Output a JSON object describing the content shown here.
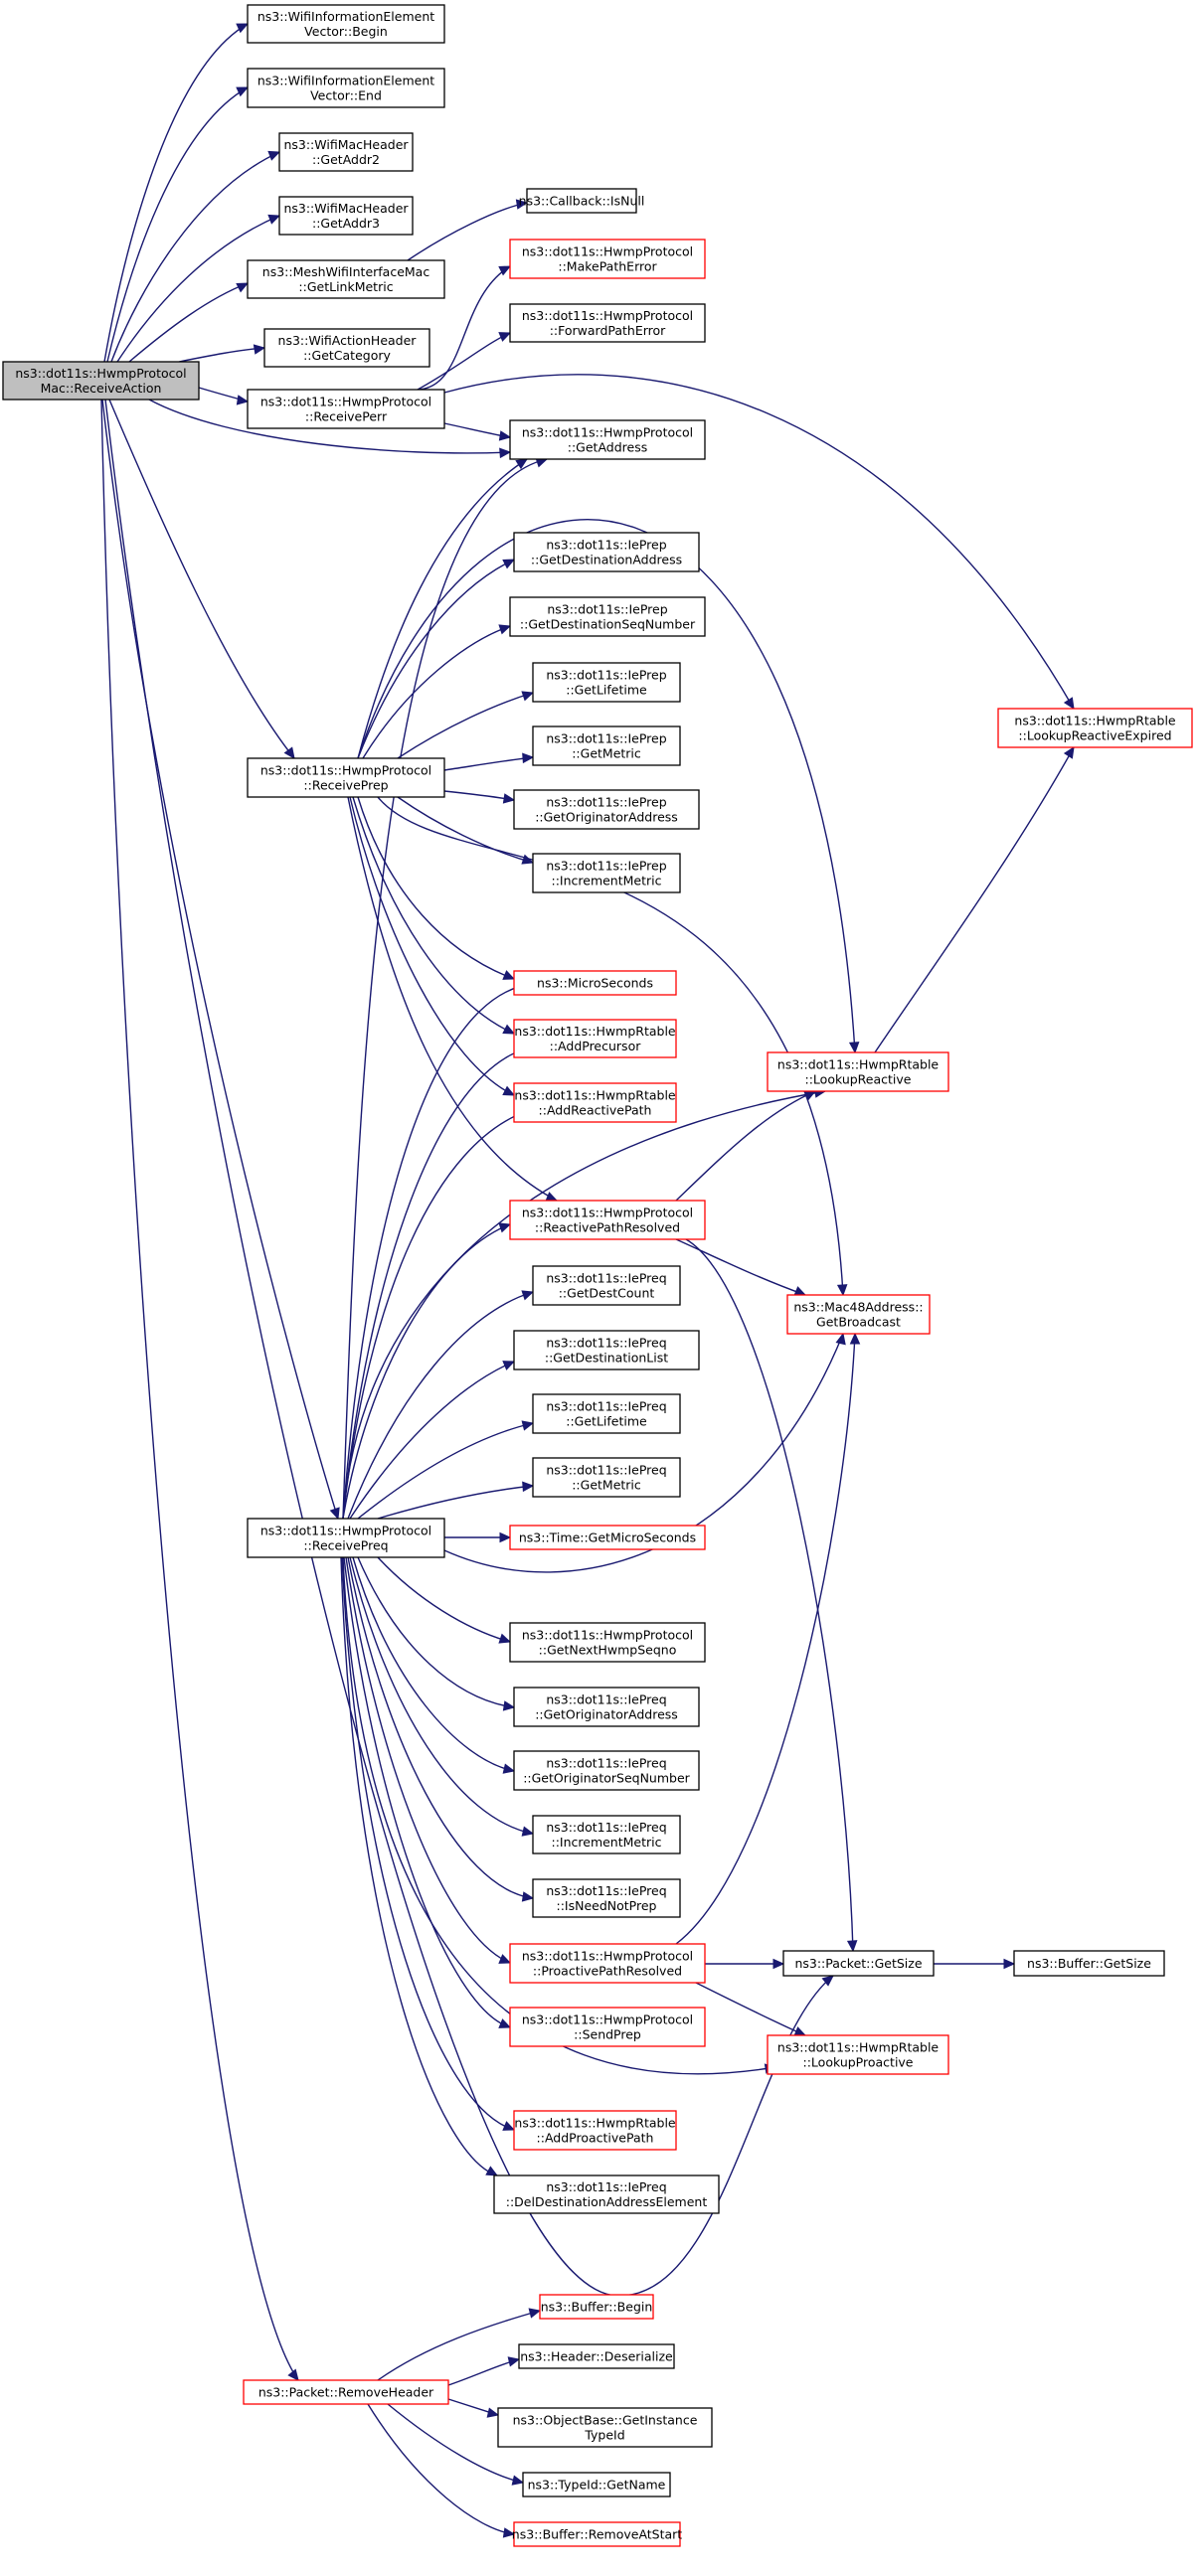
{
  "graph": {
    "colors": {
      "edge": "#191970",
      "root_fill": "#bfbfbf",
      "border_normal": "#000000",
      "border_truncated": "#ff0000",
      "background": "#ffffff"
    },
    "nodes": {
      "root": {
        "lines": [
          "ns3::dot11s::HwmpProtocol",
          "Mac::ReceiveAction"
        ],
        "style": "root"
      },
      "wiev_begin": {
        "lines": [
          "ns3::WifiInformationElement",
          "Vector::Begin"
        ],
        "style": "normal"
      },
      "wiev_end": {
        "lines": [
          "ns3::WifiInformationElement",
          "Vector::End"
        ],
        "style": "normal"
      },
      "wmh_addr2": {
        "lines": [
          "ns3::WifiMacHeader",
          "::GetAddr2"
        ],
        "style": "normal"
      },
      "wmh_addr3": {
        "lines": [
          "ns3::WifiMacHeader",
          "::GetAddr3"
        ],
        "style": "normal"
      },
      "mwim_linkmetric": {
        "lines": [
          "ns3::MeshWifiInterfaceMac",
          "::GetLinkMetric"
        ],
        "style": "normal"
      },
      "wah_category": {
        "lines": [
          "ns3::WifiActionHeader",
          "::GetCategory"
        ],
        "style": "normal"
      },
      "cb_isnull": {
        "lines": [
          "ns3::Callback::IsNull"
        ],
        "style": "normal"
      },
      "hp_makepatherror": {
        "lines": [
          "ns3::dot11s::HwmpProtocol",
          "::MakePathError"
        ],
        "style": "truncated"
      },
      "hp_forwardpatherror": {
        "lines": [
          "ns3::dot11s::HwmpProtocol",
          "::ForwardPathError"
        ],
        "style": "normal"
      },
      "hp_receiveperr": {
        "lines": [
          "ns3::dot11s::HwmpProtocol",
          "::ReceivePerr"
        ],
        "style": "normal"
      },
      "hp_getaddress": {
        "lines": [
          "ns3::dot11s::HwmpProtocol",
          "::GetAddress"
        ],
        "style": "normal"
      },
      "prep_destaddr": {
        "lines": [
          "ns3::dot11s::IePrep",
          "::GetDestinationAddress"
        ],
        "style": "normal"
      },
      "prep_destseq": {
        "lines": [
          "ns3::dot11s::IePrep",
          "::GetDestinationSeqNumber"
        ],
        "style": "normal"
      },
      "prep_lifetime": {
        "lines": [
          "ns3::dot11s::IePrep",
          "::GetLifetime"
        ],
        "style": "normal"
      },
      "prep_metric": {
        "lines": [
          "ns3::dot11s::IePrep",
          "::GetMetric"
        ],
        "style": "normal"
      },
      "prep_origaddr": {
        "lines": [
          "ns3::dot11s::IePrep",
          "::GetOriginatorAddress"
        ],
        "style": "normal"
      },
      "prep_incmetric": {
        "lines": [
          "ns3::dot11s::IePrep",
          "::IncrementMetric"
        ],
        "style": "normal"
      },
      "hp_receiveprep": {
        "lines": [
          "ns3::dot11s::HwmpProtocol",
          "::ReceivePrep"
        ],
        "style": "normal"
      },
      "hr_lookupreactiveexpired": {
        "lines": [
          "ns3::dot11s::HwmpRtable",
          "::LookupReactiveExpired"
        ],
        "style": "truncated"
      },
      "microseconds": {
        "lines": [
          "ns3::MicroSeconds"
        ],
        "style": "truncated"
      },
      "hr_addprecursor": {
        "lines": [
          "ns3::dot11s::HwmpRtable",
          "::AddPrecursor"
        ],
        "style": "truncated"
      },
      "hr_lookupreactive": {
        "lines": [
          "ns3::dot11s::HwmpRtable",
          "::LookupReactive"
        ],
        "style": "truncated"
      },
      "hr_addreactivepath": {
        "lines": [
          "ns3::dot11s::HwmpRtable",
          "::AddReactivePath"
        ],
        "style": "truncated"
      },
      "hp_reactivepathresolved": {
        "lines": [
          "ns3::dot11s::HwmpProtocol",
          "::ReactivePathResolved"
        ],
        "style": "truncated"
      },
      "preq_destcount": {
        "lines": [
          "ns3::dot11s::IePreq",
          "::GetDestCount"
        ],
        "style": "normal"
      },
      "mac48_getbroadcast": {
        "lines": [
          "ns3::Mac48Address::",
          "GetBroadcast"
        ],
        "style": "truncated"
      },
      "preq_destlist": {
        "lines": [
          "ns3::dot11s::IePreq",
          "::GetDestinationList"
        ],
        "style": "normal"
      },
      "preq_lifetime": {
        "lines": [
          "ns3::dot11s::IePreq",
          "::GetLifetime"
        ],
        "style": "normal"
      },
      "preq_metric": {
        "lines": [
          "ns3::dot11s::IePreq",
          "::GetMetric"
        ],
        "style": "normal"
      },
      "hp_receivepreq": {
        "lines": [
          "ns3::dot11s::HwmpProtocol",
          "::ReceivePreq"
        ],
        "style": "normal"
      },
      "time_getmicroseconds": {
        "lines": [
          "ns3::Time::GetMicroSeconds"
        ],
        "style": "truncated"
      },
      "hp_getnexthwmpseqno": {
        "lines": [
          "ns3::dot11s::HwmpProtocol",
          "::GetNextHwmpSeqno"
        ],
        "style": "normal"
      },
      "preq_origaddr": {
        "lines": [
          "ns3::dot11s::IePreq",
          "::GetOriginatorAddress"
        ],
        "style": "normal"
      },
      "preq_origseq": {
        "lines": [
          "ns3::dot11s::IePreq",
          "::GetOriginatorSeqNumber"
        ],
        "style": "normal"
      },
      "preq_incmetric": {
        "lines": [
          "ns3::dot11s::IePreq",
          "::IncrementMetric"
        ],
        "style": "normal"
      },
      "preq_isneednotprep": {
        "lines": [
          "ns3::dot11s::IePreq",
          "::IsNeedNotPrep"
        ],
        "style": "normal"
      },
      "hp_proactivepathresolved": {
        "lines": [
          "ns3::dot11s::HwmpProtocol",
          "::ProactivePathResolved"
        ],
        "style": "truncated"
      },
      "packet_getsize": {
        "lines": [
          "ns3::Packet::GetSize"
        ],
        "style": "normal"
      },
      "buffer_getsize": {
        "lines": [
          "ns3::Buffer::GetSize"
        ],
        "style": "normal"
      },
      "hp_sendprep": {
        "lines": [
          "ns3::dot11s::HwmpProtocol",
          "::SendPrep"
        ],
        "style": "truncated"
      },
      "hr_lookupproactive": {
        "lines": [
          "ns3::dot11s::HwmpRtable",
          "::LookupProactive"
        ],
        "style": "truncated"
      },
      "hr_addproactivepath": {
        "lines": [
          "ns3::dot11s::HwmpRtable",
          "::AddProactivePath"
        ],
        "style": "truncated"
      },
      "preq_deldestaddrelem": {
        "lines": [
          "ns3::dot11s::IePreq",
          "::DelDestinationAddressElement"
        ],
        "style": "normal"
      },
      "buffer_begin": {
        "lines": [
          "ns3::Buffer::Begin"
        ],
        "style": "truncated"
      },
      "header_deserialize": {
        "lines": [
          "ns3::Header::Deserialize"
        ],
        "style": "normal"
      },
      "packet_removeheader": {
        "lines": [
          "ns3::Packet::RemoveHeader"
        ],
        "style": "truncated"
      },
      "ob_getinstancetypeid": {
        "lines": [
          "ns3::ObjectBase::GetInstance",
          "TypeId"
        ],
        "style": "normal"
      },
      "typeid_getname": {
        "lines": [
          "ns3::TypeId::GetName"
        ],
        "style": "normal"
      },
      "buffer_removeatstart": {
        "lines": [
          "ns3::Buffer::RemoveAtStart"
        ],
        "style": "truncated"
      }
    },
    "edges": [
      [
        "root",
        "wiev_begin"
      ],
      [
        "root",
        "wiev_end"
      ],
      [
        "root",
        "wmh_addr2"
      ],
      [
        "root",
        "wmh_addr3"
      ],
      [
        "root",
        "mwim_linkmetric"
      ],
      [
        "root",
        "wah_category"
      ],
      [
        "root",
        "hp_receiveperr"
      ],
      [
        "root",
        "hp_getaddress"
      ],
      [
        "root",
        "hp_receiveprep"
      ],
      [
        "root",
        "hp_receivepreq"
      ],
      [
        "root",
        "packet_getsize"
      ],
      [
        "root",
        "packet_removeheader"
      ],
      [
        "mwim_linkmetric",
        "cb_isnull"
      ],
      [
        "hp_receiveperr",
        "hp_makepatherror"
      ],
      [
        "hp_receiveperr",
        "hp_forwardpatherror"
      ],
      [
        "hp_receiveperr",
        "hp_getaddress"
      ],
      [
        "hp_receiveperr",
        "hr_lookupreactiveexpired"
      ],
      [
        "hp_receiveprep",
        "hp_getaddress"
      ],
      [
        "hp_receiveprep",
        "prep_destaddr"
      ],
      [
        "hp_receiveprep",
        "prep_destseq"
      ],
      [
        "hp_receiveprep",
        "prep_lifetime"
      ],
      [
        "hp_receiveprep",
        "prep_metric"
      ],
      [
        "hp_receiveprep",
        "prep_origaddr"
      ],
      [
        "hp_receiveprep",
        "prep_incmetric"
      ],
      [
        "hp_receiveprep",
        "hr_lookupreactive"
      ],
      [
        "hp_receiveprep",
        "mac48_getbroadcast"
      ],
      [
        "hp_receiveprep",
        "microseconds"
      ],
      [
        "hp_receiveprep",
        "hr_addprecursor"
      ],
      [
        "hp_receiveprep",
        "hr_addreactivepath"
      ],
      [
        "hp_receiveprep",
        "hp_reactivepathresolved"
      ],
      [
        "hr_lookupreactive",
        "hr_lookupreactiveexpired"
      ],
      [
        "hp_reactivepathresolved",
        "hr_lookupreactive"
      ],
      [
        "hp_reactivepathresolved",
        "mac48_getbroadcast"
      ],
      [
        "hp_reactivepathresolved",
        "packet_getsize"
      ],
      [
        "hp_receivepreq",
        "hp_getaddress"
      ],
      [
        "hp_receivepreq",
        "microseconds"
      ],
      [
        "hp_receivepreq",
        "hr_addprecursor"
      ],
      [
        "hp_receivepreq",
        "hr_addreactivepath"
      ],
      [
        "hp_receivepreq",
        "hr_lookupreactive"
      ],
      [
        "hp_receivepreq",
        "hp_reactivepathresolved"
      ],
      [
        "hp_receivepreq",
        "preq_destcount"
      ],
      [
        "hp_receivepreq",
        "preq_destlist"
      ],
      [
        "hp_receivepreq",
        "preq_lifetime"
      ],
      [
        "hp_receivepreq",
        "preq_metric"
      ],
      [
        "hp_receivepreq",
        "time_getmicroseconds"
      ],
      [
        "hp_receivepreq",
        "mac48_getbroadcast"
      ],
      [
        "hp_receivepreq",
        "hp_getnexthwmpseqno"
      ],
      [
        "hp_receivepreq",
        "preq_origaddr"
      ],
      [
        "hp_receivepreq",
        "preq_origseq"
      ],
      [
        "hp_receivepreq",
        "preq_incmetric"
      ],
      [
        "hp_receivepreq",
        "preq_isneednotprep"
      ],
      [
        "hp_receivepreq",
        "hp_proactivepathresolved"
      ],
      [
        "hp_receivepreq",
        "hp_sendprep"
      ],
      [
        "hp_receivepreq",
        "hr_lookupproactive"
      ],
      [
        "hp_receivepreq",
        "hr_addproactivepath"
      ],
      [
        "hp_receivepreq",
        "preq_deldestaddrelem"
      ],
      [
        "hp_proactivepathresolved",
        "packet_getsize"
      ],
      [
        "hp_proactivepathresolved",
        "mac48_getbroadcast"
      ],
      [
        "hp_proactivepathresolved",
        "hr_lookupproactive"
      ],
      [
        "packet_getsize",
        "buffer_getsize"
      ],
      [
        "packet_removeheader",
        "buffer_begin"
      ],
      [
        "packet_removeheader",
        "header_deserialize"
      ],
      [
        "packet_removeheader",
        "ob_getinstancetypeid"
      ],
      [
        "packet_removeheader",
        "typeid_getname"
      ],
      [
        "packet_removeheader",
        "buffer_removeatstart"
      ]
    ]
  }
}
